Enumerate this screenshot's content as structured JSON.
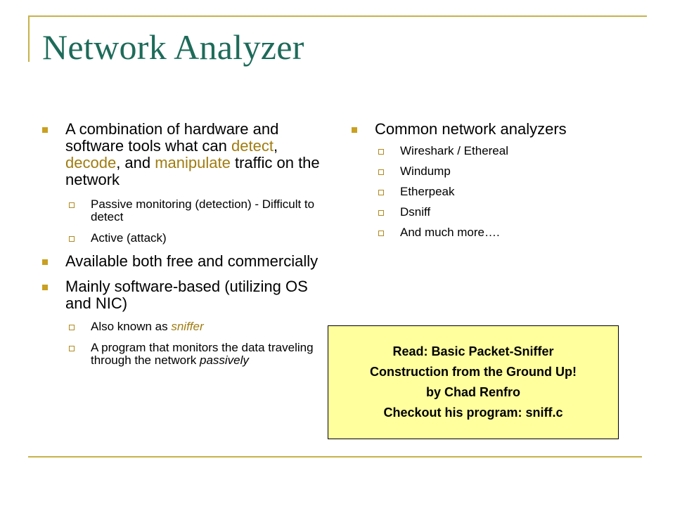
{
  "title": "Network Analyzer",
  "left_column": {
    "bullet1": {
      "text_a": "A combination of hardware and software tools what can ",
      "detect": "detect",
      "sep1": ", ",
      "decode": "decode",
      "sep2": ", and ",
      "manipulate": "manipulate",
      "text_b": " traffic on the network",
      "sub": [
        "Passive monitoring (detection) - Difficult to detect",
        "Active (attack)"
      ]
    },
    "bullet2": "Available both free and commercially",
    "bullet3": {
      "text": "Mainly software-based (utilizing OS and NIC)",
      "sub1_a": "Also known as ",
      "sub1_b": "sniffer",
      "sub2_a": "A program that monitors the data traveling through the network ",
      "sub2_b": "passively"
    }
  },
  "right_column": {
    "heading": "Common network analyzers",
    "items": [
      "Wireshark / Ethereal",
      "Windump",
      "Etherpeak",
      "Dsniff",
      "And much more…."
    ]
  },
  "callout": {
    "lines": [
      "Read: Basic Packet-Sniffer",
      "Construction from the Ground Up!",
      "by Chad Renfro",
      "Checkout his program: sniff.c"
    ]
  },
  "colors": {
    "title": "#1e6b5a",
    "accent": "#c9b24a",
    "highlight": "#a07c10",
    "callout_bg": "#ffff9e"
  }
}
